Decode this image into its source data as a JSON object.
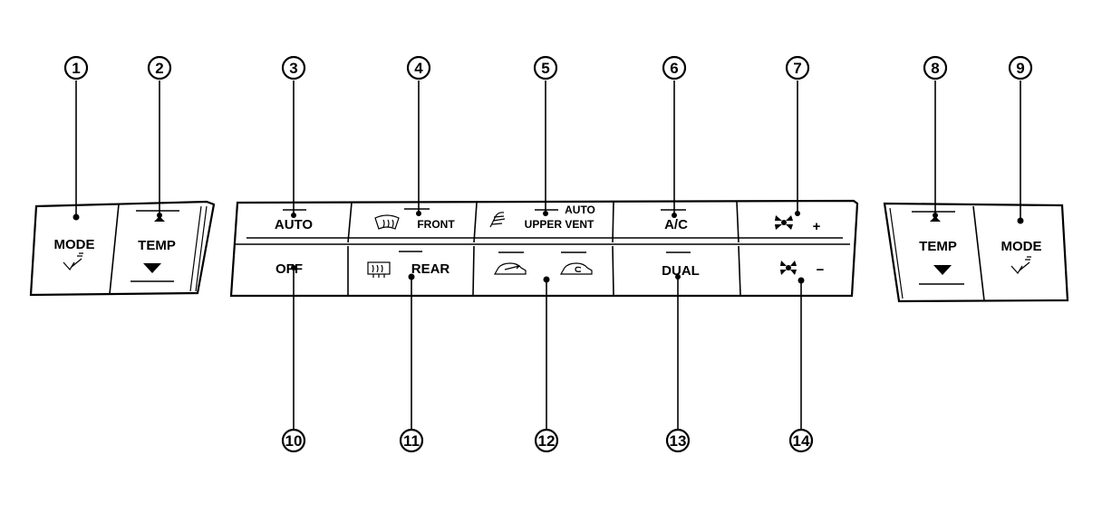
{
  "callouts": [
    "1",
    "2",
    "3",
    "4",
    "5",
    "6",
    "7",
    "8",
    "9",
    "10",
    "11",
    "12",
    "13",
    "14"
  ],
  "left_module": {
    "mode_label": "MODE",
    "temp_label": "TEMP"
  },
  "center_panel": {
    "top_row": {
      "auto": "AUTO",
      "front": "FRONT",
      "upper_vent_auto": "AUTO",
      "upper_vent": "UPPER VENT",
      "ac": "A/C",
      "fan_plus": "+"
    },
    "bottom_row": {
      "off": "OFF",
      "rear": "REAR",
      "dual": "DUAL",
      "fan_minus": "−"
    }
  },
  "right_module": {
    "temp_label": "TEMP",
    "mode_label": "MODE"
  },
  "icons": [
    "mode-vent-icon",
    "temp-up-icon",
    "temp-down-icon",
    "front-defrost-icon",
    "upper-vent-icon",
    "rear-defrost-icon",
    "fresh-air-icon",
    "recirculate-icon",
    "fan-icon"
  ]
}
